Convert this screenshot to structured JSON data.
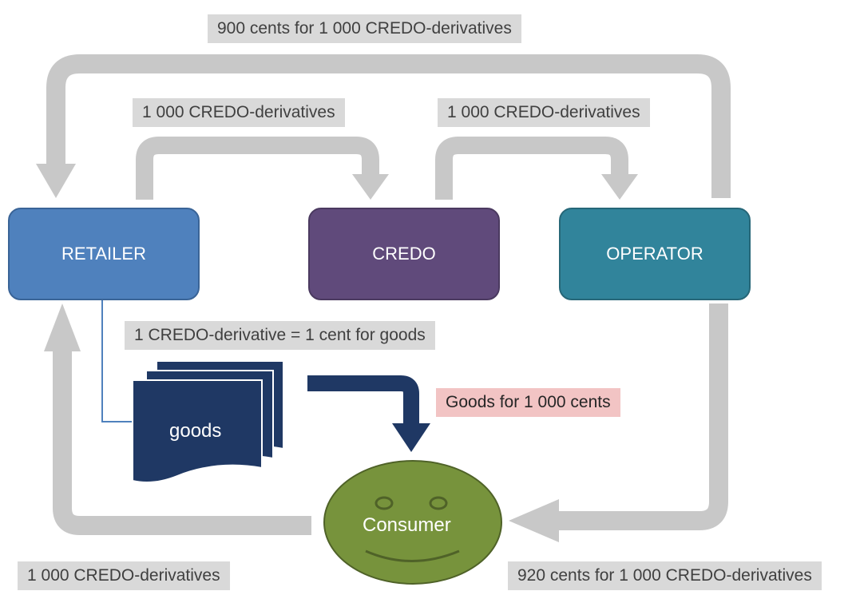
{
  "nodes": {
    "retailer": {
      "label": "RETAILER",
      "color": "#4f81bd"
    },
    "credo": {
      "label": "CREDO",
      "color": "#604a7b"
    },
    "operator": {
      "label": "OPERATOR",
      "color": "#31849b"
    },
    "goods": {
      "label": "goods",
      "color": "#1f3864"
    },
    "consumer": {
      "label": "Consumer",
      "color": "#77933c"
    }
  },
  "flows": {
    "operator_to_retailer": "900 cents for 1 000 CREDO-derivatives",
    "retailer_to_credo": "1 000 CREDO-derivatives",
    "credo_to_operator": "1 000 CREDO-derivatives",
    "exchange_rate": "1 CREDO-derivative =  1 cent for goods",
    "goods_to_consumer": "Goods for 1 000 cents",
    "consumer_to_retailer": "1 000 CREDO-derivatives",
    "operator_to_consumer": "920 cents for 1 000 CREDO-derivatives"
  },
  "colors": {
    "arrow_gray": "#c8c8c8",
    "arrow_navy": "#1f3864",
    "label_gray": "#d9d9d9",
    "label_pink": "#f2c4c4"
  }
}
